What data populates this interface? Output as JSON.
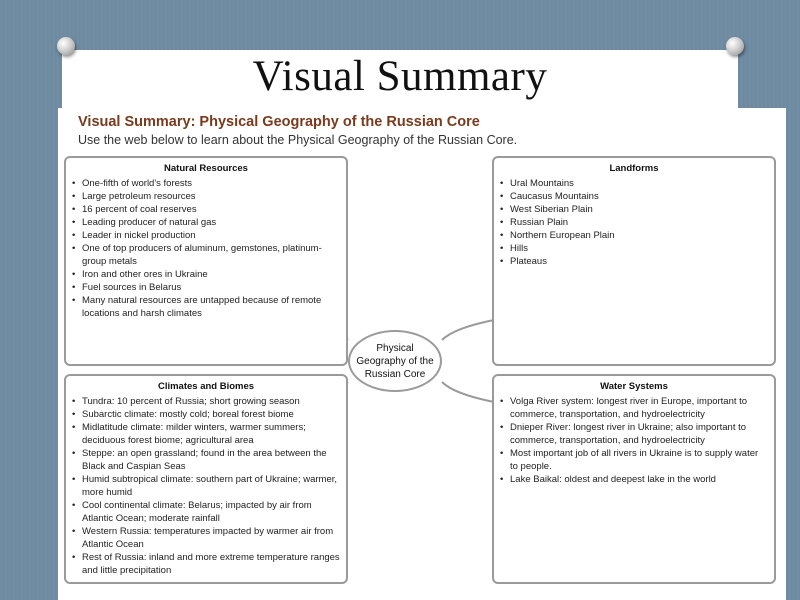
{
  "slide": {
    "title": "Visual Summary"
  },
  "summary": {
    "heading": "Visual Summary: Physical Geography of the Russian Core",
    "subheading": "Use the web below to learn about the Physical Geography of the Russian Core.",
    "center_label": "Physical Geography of the Russian Core",
    "natural_resources": {
      "title": "Natural Resources",
      "items": [
        "One-fifth of world's forests",
        "Large petroleum resources",
        "16 percent of coal reserves",
        "Leading producer of natural gas",
        "Leader in nickel production",
        "One of top producers of aluminum, gemstones, platinum-group metals",
        "Iron and other ores in Ukraine",
        "Fuel sources in Belarus",
        "Many natural resources are untapped because of remote locations and harsh climates"
      ]
    },
    "landforms": {
      "title": "Landforms",
      "items": [
        "Ural Mountains",
        "Caucasus Mountains",
        "West Siberian Plain",
        "Russian Plain",
        "Northern European Plain",
        "Hills",
        "Plateaus"
      ]
    },
    "climates": {
      "title": "Climates and Biomes",
      "items": [
        "Tundra: 10 percent of Russia; short growing season",
        "Subarctic climate: mostly cold; boreal forest biome",
        "Midlatitude climate: milder winters, warmer summers; deciduous forest biome; agricultural area",
        "Steppe: an open grassland; found in the area between the Black and Caspian Seas",
        "Humid subtropical climate: southern part of Ukraine; warmer, more humid",
        "Cool continental climate: Belarus; impacted by air from Atlantic Ocean; moderate rainfall",
        "Western Russia: temperatures impacted by warmer air from Atlantic Ocean",
        "Rest of Russia: inland and more extreme temperature ranges and little precipitation"
      ]
    },
    "water": {
      "title": "Water Systems",
      "items": [
        "Volga River system: longest river in Europe, important to commerce, transportation, and hydroelectricity",
        "Dnieper River: longest river in Ukraine; also important to commerce, transportation, and hydroelectricity",
        "Most important job of all rivers in Ukraine is to supply water to people.",
        "Lake Baikal: oldest and deepest lake in the world"
      ]
    }
  }
}
